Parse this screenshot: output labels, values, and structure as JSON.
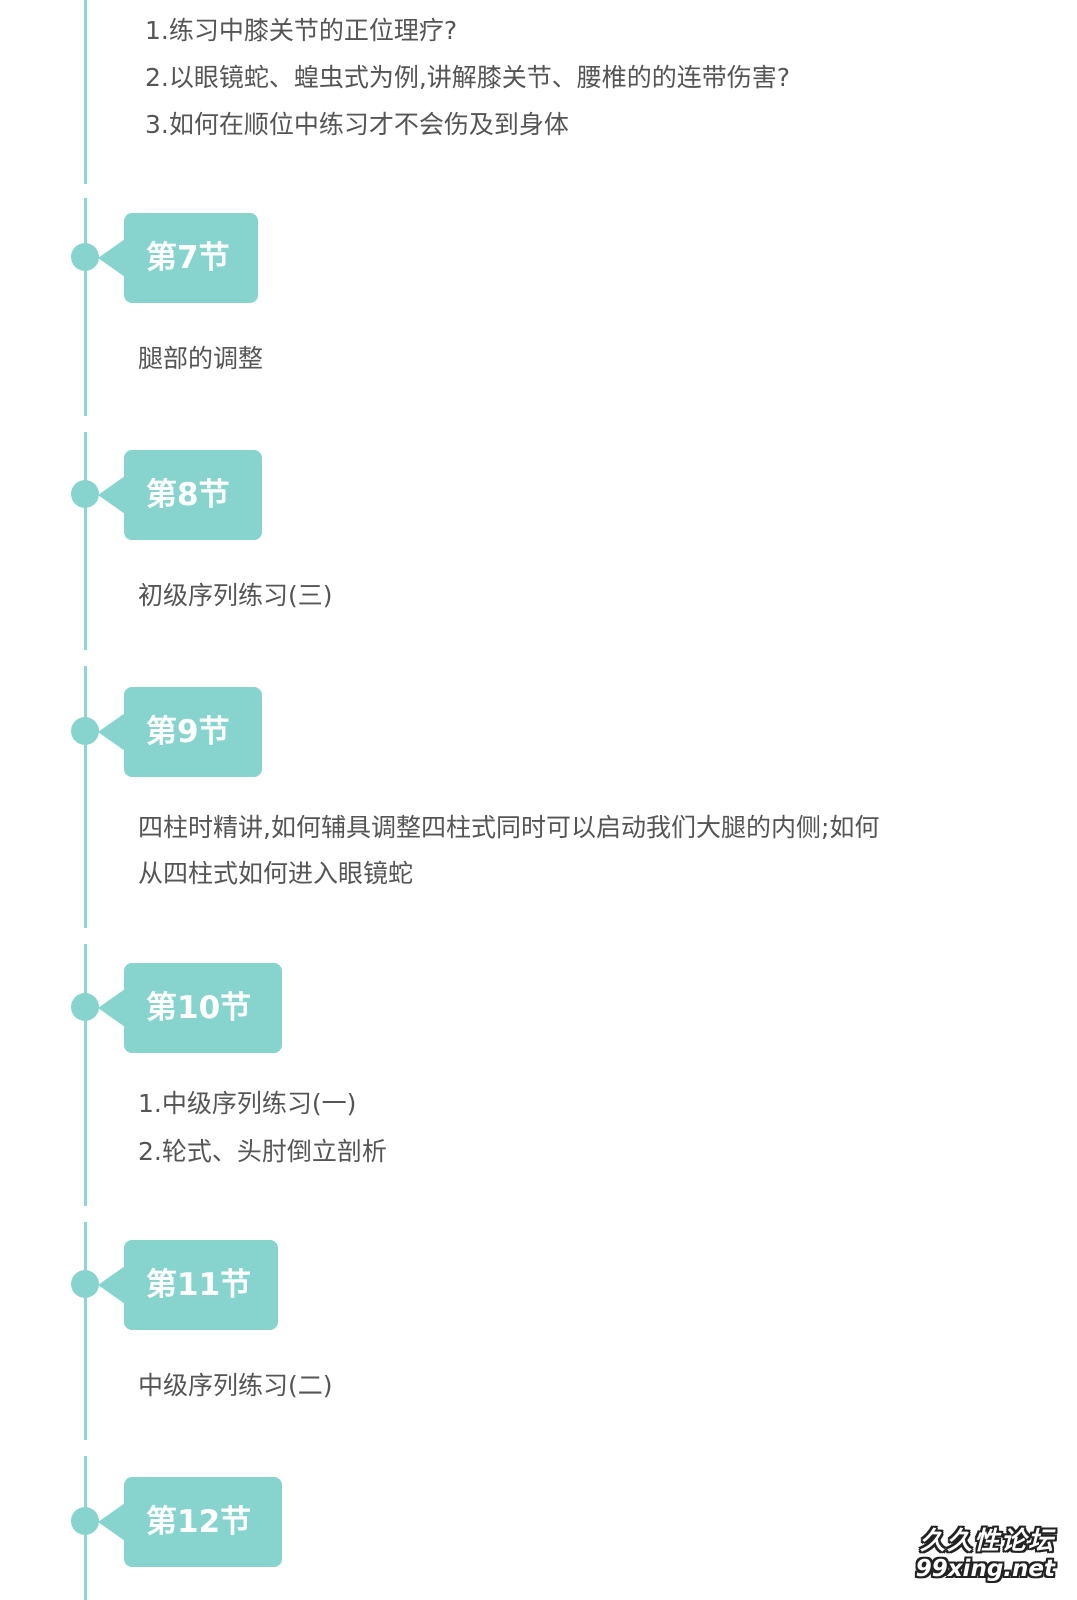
{
  "intro_items": [
    "1.练习中膝关节的正位理疗?",
    "2.以眼镜蛇、蝗虫式为例,讲解膝关节、腰椎的的连带伤害?",
    "3.如何在顺位中练习才不会伤及到身体"
  ],
  "sections": [
    {
      "tag": "第7节",
      "lines": [
        "腿部的调整"
      ]
    },
    {
      "tag": "第8节",
      "lines": [
        "初级序列练习(三)"
      ]
    },
    {
      "tag": "第9节",
      "lines": [
        "四柱时精讲,如何辅具调整四柱式同时可以启动我们大腿的内侧;如何",
        "从四柱式如何进入眼镜蛇"
      ]
    },
    {
      "tag": "第10节",
      "lines": [
        "1.中级序列练习(一)",
        "2.轮式、头肘倒立剖析"
      ]
    },
    {
      "tag": "第11节",
      "lines": [
        "中级序列练习(二)"
      ]
    },
    {
      "tag": "第12节",
      "lines": []
    }
  ],
  "watermark": {
    "text": "久久性论坛",
    "url": "99xing.net"
  },
  "colors": {
    "accent": "#86d4cd",
    "timeline": "#8fd6d0",
    "text": "#555555",
    "tag_text": "#ffffff"
  }
}
